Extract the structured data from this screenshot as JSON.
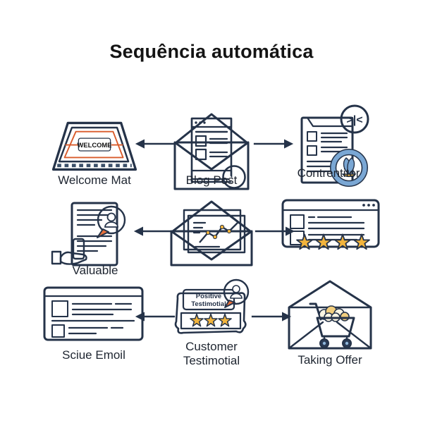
{
  "title": "Sequência automática",
  "colors": {
    "outline": "#253349",
    "blue": "#7AA7D4",
    "light_blue": "#8FB6DB",
    "yellow": "#F2B43C",
    "orange": "#E8703A",
    "red_orange": "#F0663F",
    "mat_border_slate": "#7F9FC6",
    "mat_orange": "#F59E4B",
    "mat_line_red": "#D95B2B",
    "scroll_bg": "#E9EFF7",
    "background": "#FFFFFF",
    "text": "#1E2530"
  },
  "grid": {
    "rows": [
      {
        "left": {
          "label": "Welcome Mat",
          "icon": "welcome-mat-icon"
        },
        "center": {
          "label": "Blog Post",
          "icon": "blog-post-envelope-icon"
        },
        "right": {
          "label": "Contrentitor",
          "icon": "content-document-icon"
        }
      },
      {
        "left": {
          "label": "Valuable",
          "icon": "document-hand-bubble-icon"
        },
        "center": {
          "label": "",
          "icon": "chart-envelope-icon"
        },
        "right": {
          "label": "",
          "icon": "review-window-icon"
        }
      },
      {
        "left": {
          "label": "Sciue Emoil",
          "icon": "email-window-icon"
        },
        "center": {
          "label": "Customer Testimotial",
          "icon": "testimonial-scroll-icon"
        },
        "right": {
          "label": "Taking Offer",
          "icon": "cart-envelope-icon"
        }
      }
    ]
  },
  "icon_texts": {
    "welcome_mat_text": "WELCOME",
    "merge_badge_glyph": ">|<",
    "testimonial_title_line1": "Positive",
    "testimonial_title_line2": "Testimotial"
  }
}
